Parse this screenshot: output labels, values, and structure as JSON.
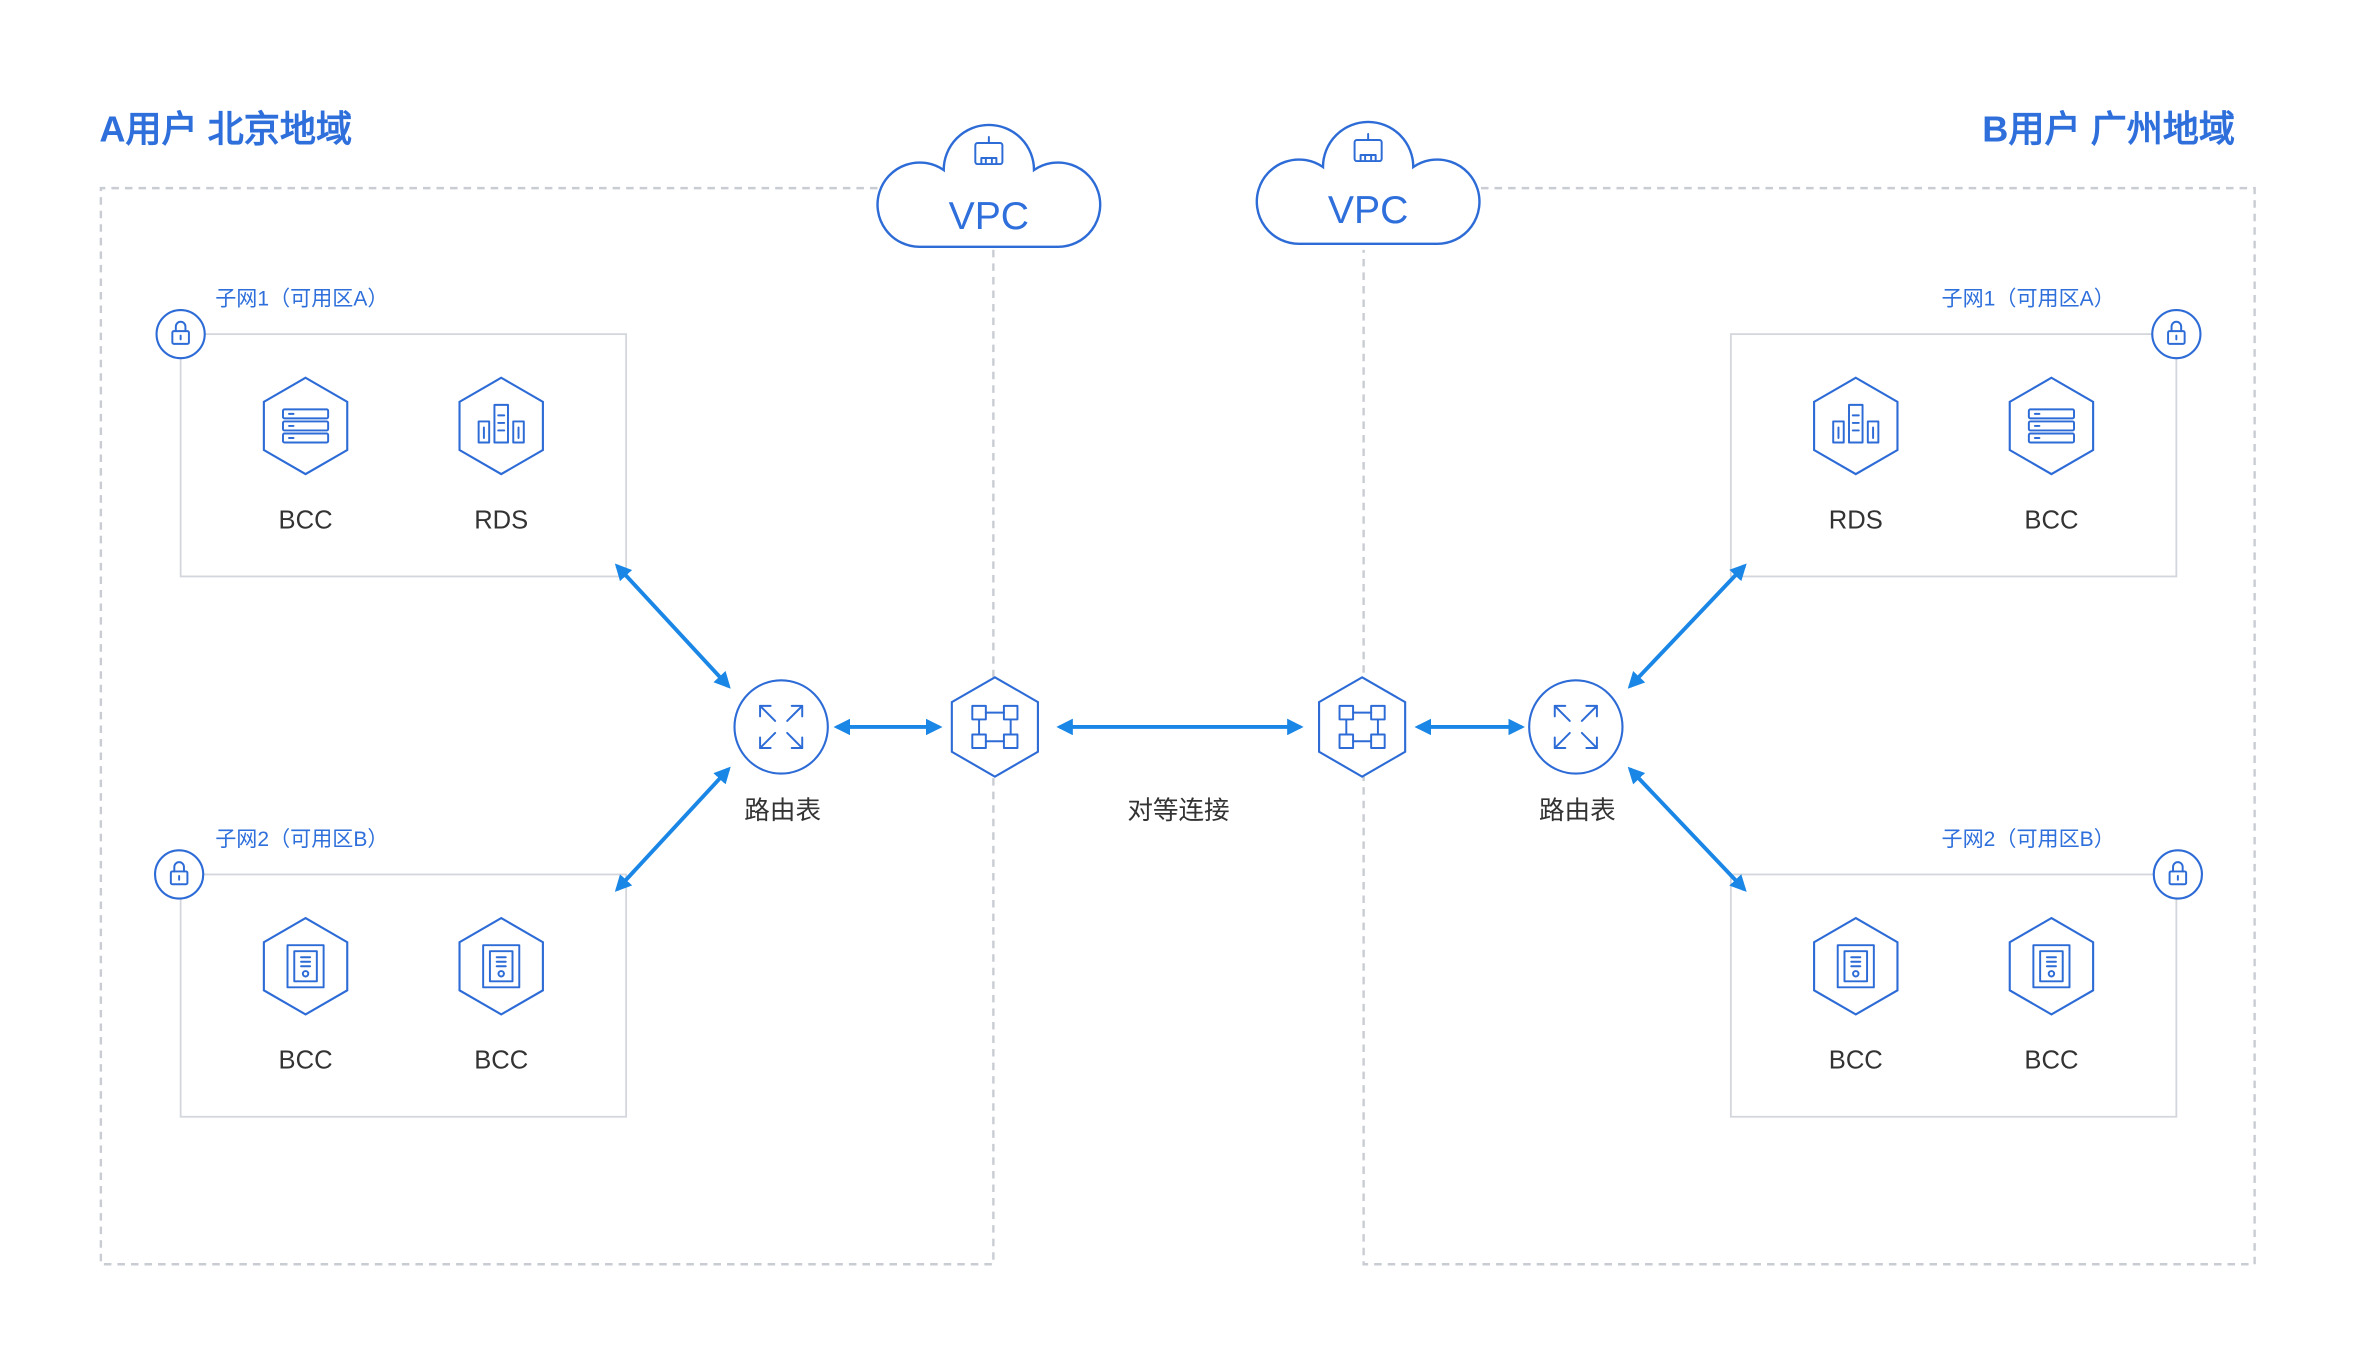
{
  "regions": [
    {
      "title": "A用户 北京地域",
      "vpc_label": "VPC",
      "router_label": "路由表",
      "subnets": [
        {
          "label": "子网1（可用区A）",
          "nodes": [
            {
              "label": "BCC",
              "icon": "bcc-server-icon"
            },
            {
              "label": "RDS",
              "icon": "rds-database-icon"
            }
          ]
        },
        {
          "label": "子网2（可用区B）",
          "nodes": [
            {
              "label": "BCC",
              "icon": "bcc-instance-icon"
            },
            {
              "label": "BCC",
              "icon": "bcc-instance-icon"
            }
          ]
        }
      ]
    },
    {
      "title": "B用户 广州地域",
      "vpc_label": "VPC",
      "router_label": "路由表",
      "subnets": [
        {
          "label": "子网1（可用区A）",
          "nodes": [
            {
              "label": "RDS",
              "icon": "rds-database-icon"
            },
            {
              "label": "BCC",
              "icon": "bcc-server-icon"
            }
          ]
        },
        {
          "label": "子网2（可用区B）",
          "nodes": [
            {
              "label": "BCC",
              "icon": "bcc-instance-icon"
            },
            {
              "label": "BCC",
              "icon": "bcc-instance-icon"
            }
          ]
        }
      ]
    }
  ],
  "peering": {
    "label": "对等连接",
    "icon": "peering-connection-icon"
  },
  "colors": {
    "accent": "#2e6fdb",
    "icon_stroke": "#2d6bd6",
    "arrow": "#1a86e6",
    "region_border": "#c9cdd3",
    "subnet_border": "#d3d6dc",
    "text": "#333333"
  }
}
